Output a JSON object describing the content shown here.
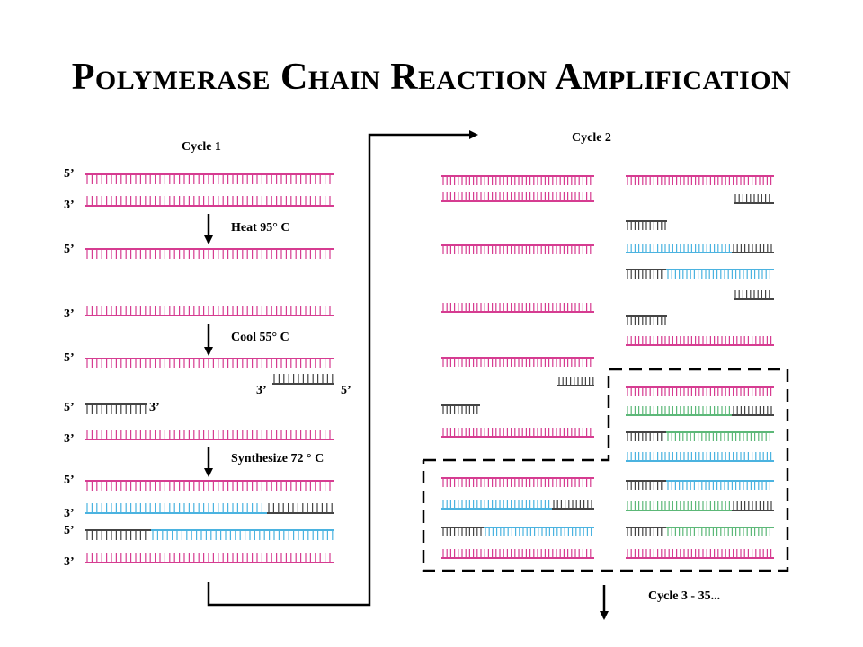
{
  "title": {
    "words": [
      {
        "cap": "P",
        "rest": "OLYMERASE"
      },
      {
        "cap": "C",
        "rest": "HAIN"
      },
      {
        "cap": "R",
        "rest": "EACTION"
      },
      {
        "cap": "A",
        "rest": "MPLIFICATION"
      }
    ]
  },
  "cycle1": {
    "label": "Cycle 1",
    "step_heat": "Heat 95° C",
    "step_cool": "Cool 55° C",
    "step_synth": "Synthesize 72 ° C",
    "end_5": "5’",
    "end_3": "3’"
  },
  "cycle2": {
    "label": "Cycle 2"
  },
  "cycle3": {
    "label": "Cycle 3 - 35..."
  },
  "colors": {
    "template": "#d63c91",
    "new_blue": "#4bb3e0",
    "new_green": "#5cb878",
    "primer": "#444444",
    "arrow": "#000000"
  }
}
